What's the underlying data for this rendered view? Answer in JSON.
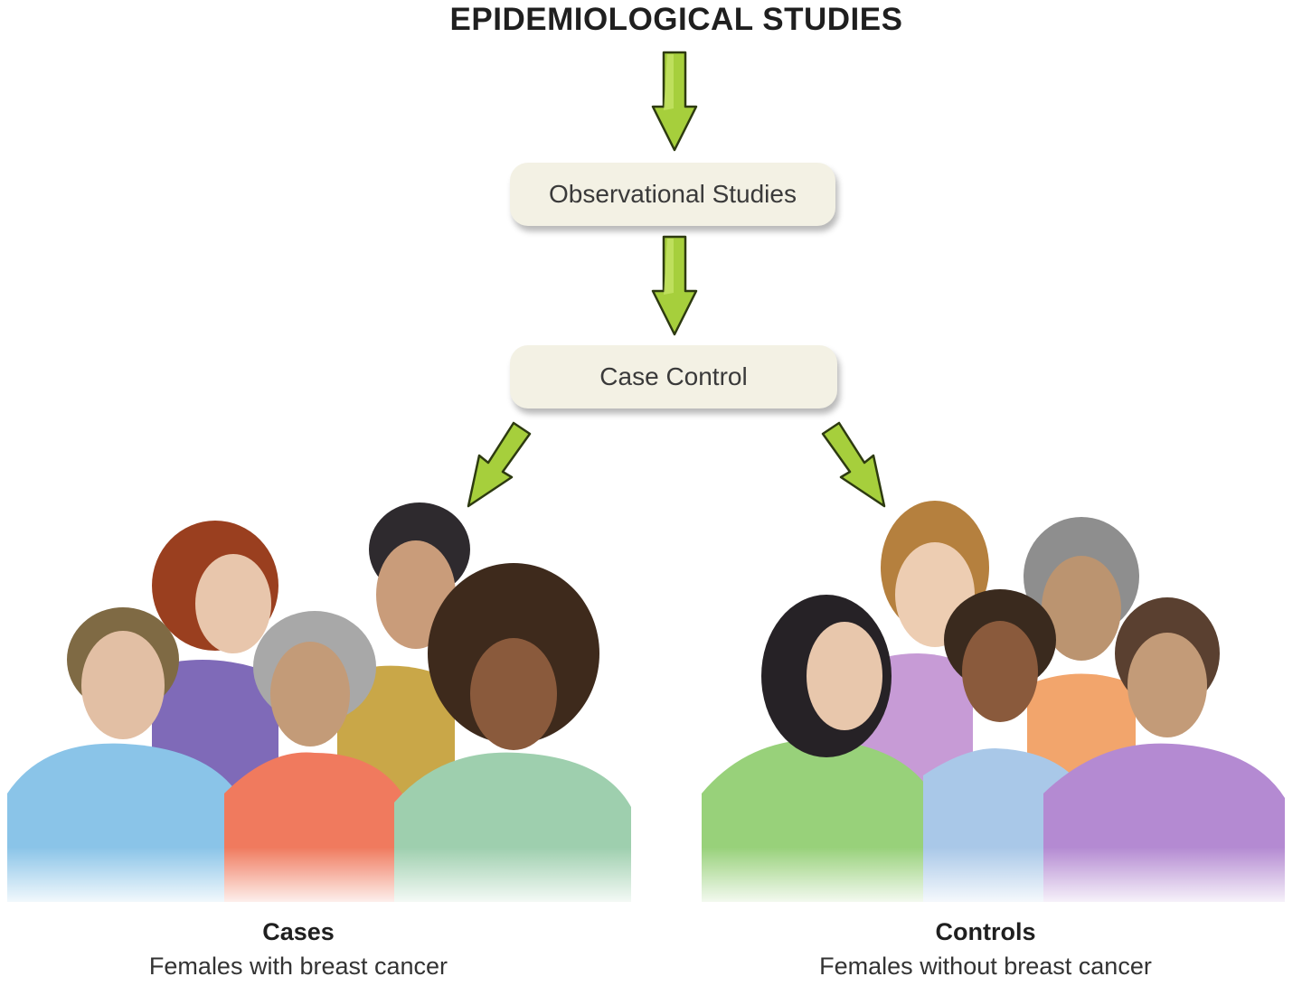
{
  "diagram": {
    "title": "EPIDEMIOLOGICAL STUDIES",
    "level1": "Observational Studies",
    "level2": "Case Control",
    "branches": [
      {
        "label": "Cases",
        "description": "Females with breast cancer"
      },
      {
        "label": "Controls",
        "description": "Females without breast cancer"
      }
    ],
    "colors": {
      "arrow_fill": "#a6cf3c",
      "arrow_stroke": "#2d3a10",
      "box_fill": "#f3f1e4"
    },
    "illustrations": [
      "women-group-cases",
      "women-group-controls"
    ]
  }
}
